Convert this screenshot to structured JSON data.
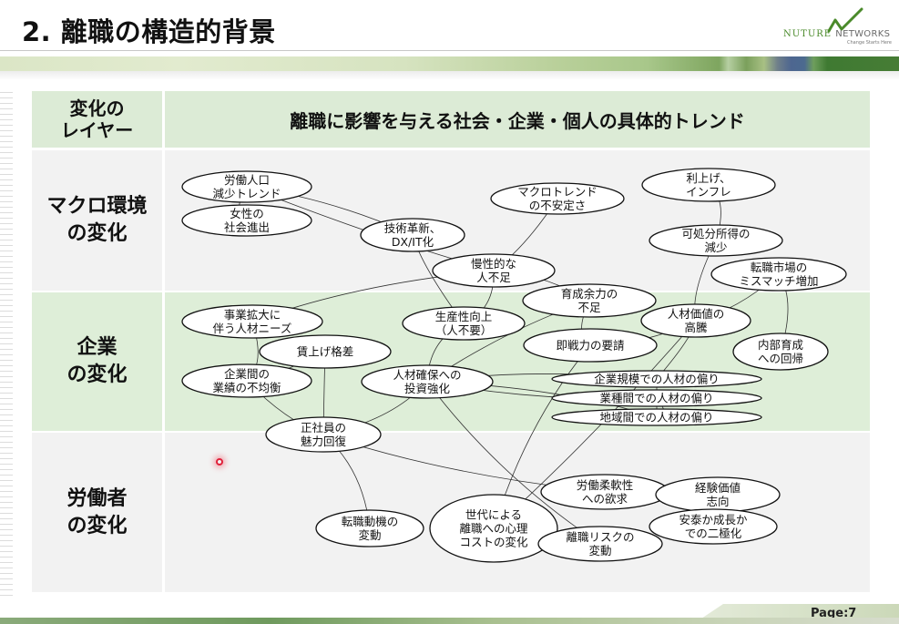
{
  "slide": {
    "title": "2. 離職の構造的背景",
    "page_label": "Page:7"
  },
  "logo": {
    "brand_part1": "NUTURE",
    "brand_part2": "NETWORKS",
    "tagline": "Change Starts Here",
    "color": "#4a8a2a"
  },
  "table": {
    "header_left": [
      "変化の",
      "レイヤー"
    ],
    "header_right": "離職に影響を与える社会・企業・個人の具体的トレンド",
    "rows": [
      {
        "label": [
          "マクロ環境",
          "の変化"
        ],
        "background": "#f2f2f2"
      },
      {
        "label": [
          "企業",
          "の変化"
        ],
        "background": "#deeed8"
      },
      {
        "label": [
          "労働者",
          "の変化"
        ],
        "background": "#f2f2f2"
      }
    ],
    "header_background": "#dcebd6"
  },
  "nodes": [
    {
      "id": "n1",
      "lines": [
        "労働人口",
        "減少トレンド"
      ],
      "layer": "macro"
    },
    {
      "id": "n2",
      "lines": [
        "女性の",
        "社会進出"
      ],
      "layer": "macro"
    },
    {
      "id": "n3",
      "lines": [
        "技術革新、",
        "DX/IT化"
      ],
      "layer": "macro"
    },
    {
      "id": "n4",
      "lines": [
        "マクロトレンド",
        "の不安定さ"
      ],
      "layer": "macro"
    },
    {
      "id": "n5",
      "lines": [
        "利上げ、",
        "インフレ"
      ],
      "layer": "macro"
    },
    {
      "id": "n6",
      "lines": [
        "可処分所得の",
        "減少"
      ],
      "layer": "macro"
    },
    {
      "id": "n7",
      "lines": [
        "慢性的な",
        "人不足"
      ],
      "layer": "macro"
    },
    {
      "id": "n8",
      "lines": [
        "転職市場の",
        "ミスマッチ増加"
      ],
      "layer": "macro"
    },
    {
      "id": "n9",
      "lines": [
        "育成余力の",
        "不足"
      ],
      "layer": "corporate"
    },
    {
      "id": "n10",
      "lines": [
        "事業拡大に",
        "伴う人材ニーズ"
      ],
      "layer": "corporate"
    },
    {
      "id": "n11",
      "lines": [
        "生産性向上",
        "（人不要）"
      ],
      "layer": "corporate"
    },
    {
      "id": "n12",
      "lines": [
        "人材価値の",
        "高騰"
      ],
      "layer": "corporate"
    },
    {
      "id": "n13",
      "lines": [
        "賃上げ格差"
      ],
      "layer": "corporate"
    },
    {
      "id": "n14",
      "lines": [
        "即戦力の要請"
      ],
      "layer": "corporate"
    },
    {
      "id": "n15",
      "lines": [
        "内部育成",
        "への回帰"
      ],
      "layer": "corporate"
    },
    {
      "id": "n16",
      "lines": [
        "企業間の",
        "業績の不均衡"
      ],
      "layer": "corporate"
    },
    {
      "id": "n17",
      "lines": [
        "人材確保への",
        "投資強化"
      ],
      "layer": "corporate"
    },
    {
      "id": "n18",
      "lines": [
        "企業規模での人材の偏り"
      ],
      "layer": "corporate"
    },
    {
      "id": "n19",
      "lines": [
        "業種間での人材の偏り"
      ],
      "layer": "corporate"
    },
    {
      "id": "n20",
      "lines": [
        "地域間での人材の偏り"
      ],
      "layer": "corporate"
    },
    {
      "id": "n21",
      "lines": [
        "正社員の",
        "魅力回復"
      ],
      "layer": "worker"
    },
    {
      "id": "n22",
      "lines": [
        "労働柔軟性",
        "への欲求"
      ],
      "layer": "worker"
    },
    {
      "id": "n23",
      "lines": [
        "経験価値",
        "志向"
      ],
      "layer": "worker"
    },
    {
      "id": "n24",
      "lines": [
        "安泰か成長か",
        "での二極化"
      ],
      "layer": "worker"
    },
    {
      "id": "n25",
      "lines": [
        "転職動機の",
        "変動"
      ],
      "layer": "worker"
    },
    {
      "id": "n26",
      "lines": [
        "世代による",
        "離職への心理",
        "コストの変化"
      ],
      "layer": "worker"
    },
    {
      "id": "n27",
      "lines": [
        "離職リスクの",
        "変動"
      ],
      "layer": "worker"
    }
  ],
  "edges": [
    [
      "n1",
      "n2"
    ],
    [
      "n1",
      "n3"
    ],
    [
      "n1",
      "n7"
    ],
    [
      "n3",
      "n11"
    ],
    [
      "n4",
      "n7"
    ],
    [
      "n5",
      "n6"
    ],
    [
      "n6",
      "n12"
    ],
    [
      "n7",
      "n9"
    ],
    [
      "n7",
      "n11"
    ],
    [
      "n7",
      "n10"
    ],
    [
      "n8",
      "n12"
    ],
    [
      "n8",
      "n15"
    ],
    [
      "n9",
      "n14"
    ],
    [
      "n9",
      "n17"
    ],
    [
      "n10",
      "n16"
    ],
    [
      "n11",
      "n17"
    ],
    [
      "n12",
      "n14"
    ],
    [
      "n12",
      "n18"
    ],
    [
      "n13",
      "n16"
    ],
    [
      "n13",
      "n21"
    ],
    [
      "n17",
      "n21"
    ],
    [
      "n17",
      "n18"
    ],
    [
      "n17",
      "n19"
    ],
    [
      "n17",
      "n20"
    ],
    [
      "n17",
      "n27"
    ],
    [
      "n18",
      "n20"
    ],
    [
      "n19",
      "n20"
    ],
    [
      "n14",
      "n26"
    ],
    [
      "n12",
      "n26"
    ],
    [
      "n21",
      "n25"
    ],
    [
      "n21",
      "n22"
    ],
    [
      "n22",
      "n23"
    ],
    [
      "n23",
      "n24"
    ],
    [
      "n26",
      "n27"
    ],
    [
      "n16",
      "n21"
    ]
  ]
}
